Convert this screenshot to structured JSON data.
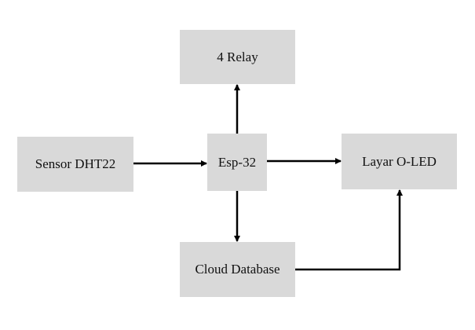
{
  "nodes": {
    "relay": "4 Relay",
    "sensor": "Sensor DHT22",
    "esp": "Esp-32",
    "oled": "Layar O-LED",
    "cloud": "Cloud Database"
  },
  "edges": [
    {
      "from": "sensor",
      "to": "esp"
    },
    {
      "from": "esp",
      "to": "relay"
    },
    {
      "from": "esp",
      "to": "oled"
    },
    {
      "from": "esp",
      "to": "cloud"
    },
    {
      "from": "cloud",
      "to": "oled"
    }
  ],
  "colors": {
    "box_fill": "#d9d9d9",
    "line": "#000000",
    "text": "#111111"
  }
}
